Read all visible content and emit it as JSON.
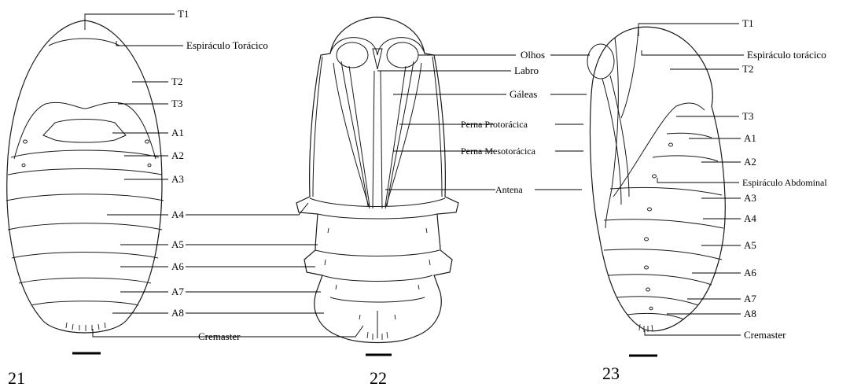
{
  "figures": [
    {
      "number": "21",
      "labels": {
        "t1": "T1",
        "espiraculo_toracico": "Espiráculo Torácico",
        "t2": "T2",
        "t3": "T3",
        "a1": "A1",
        "a2": "A2",
        "a3": "A3",
        "a4": "A4",
        "a5": "A5",
        "a6": "A6",
        "a7": "A7",
        "a8": "A8",
        "cremaster": "Cremaster"
      }
    },
    {
      "number": "22",
      "labels": {
        "olhos": "Olhos",
        "labro": "Labro",
        "galeas": "Gáleas",
        "perna_protoracica": "Perna Protorácica",
        "perna_mesotoracica": "Perna Mesotorácica",
        "antena": "Antena"
      }
    },
    {
      "number": "23",
      "labels": {
        "t1": "T1",
        "espiraculo_toracico": "Espiráculo torácico",
        "t2": "T2",
        "t3": "T3",
        "a1": "A1",
        "a2": "A2",
        "espiraculo_abdominal": "Espiráculo Abdominal",
        "a3": "A3",
        "a4": "A4",
        "a5": "A5",
        "a6": "A6",
        "a7": "A7",
        "a8": "A8",
        "cremaster": "Cremaster"
      }
    }
  ]
}
